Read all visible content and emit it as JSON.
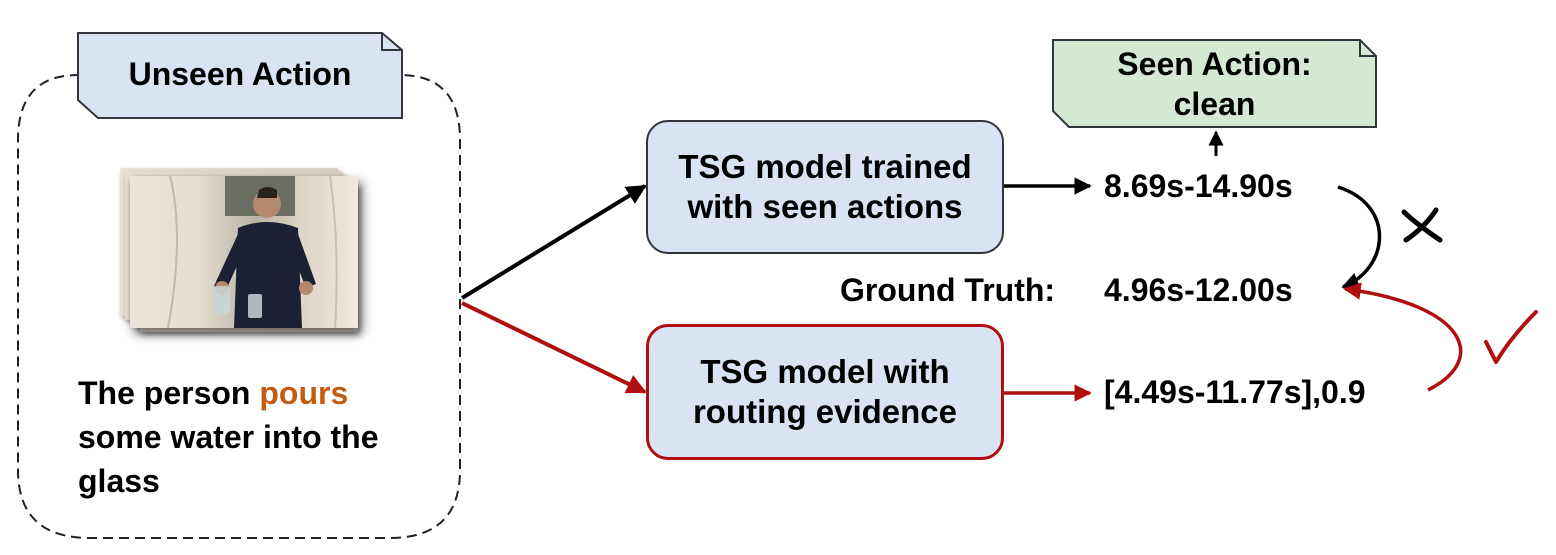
{
  "unseen_action": {
    "label": "Unseen Action"
  },
  "caption": {
    "pre": "The person ",
    "highlight": "pours",
    "post": "some water into the glass"
  },
  "model_seen": {
    "label": "TSG model trained with seen actions"
  },
  "model_routing": {
    "label": "TSG model with routing evidence"
  },
  "seen_action": {
    "line1": "Seen Action:",
    "line2": "clean"
  },
  "prediction_seen": "8.69s-14.90s",
  "ground_truth": {
    "label": "Ground Truth:",
    "value": "4.96s-12.00s"
  },
  "prediction_routing": "[4.49s-11.77s],0.9",
  "marks": {
    "wrong": "cross-mark",
    "right": "check-mark"
  },
  "colors": {
    "box_fill": "#dae3f3",
    "seen_fill": "#d5e8d4",
    "red": "#b00f0f",
    "highlight": "#c55a11"
  }
}
